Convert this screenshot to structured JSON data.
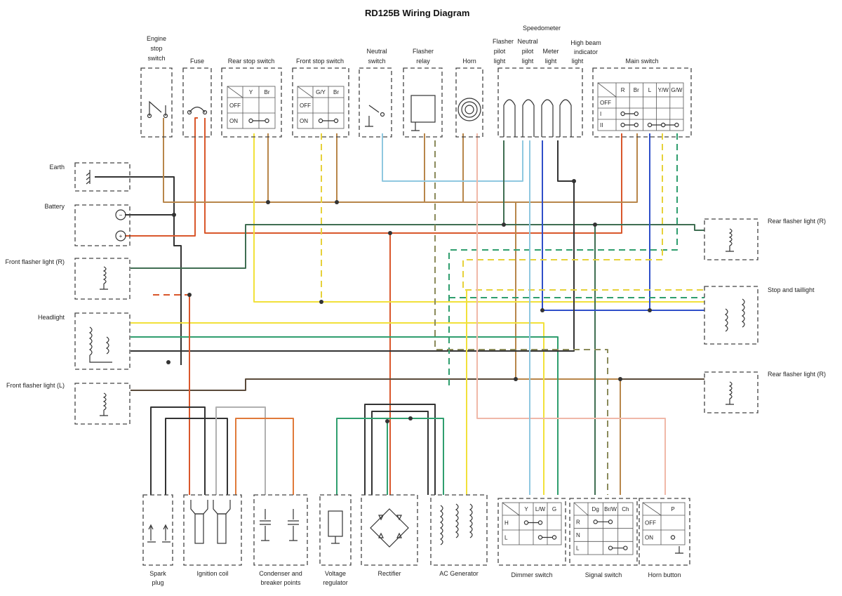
{
  "title": "RD125B Wiring Diagram",
  "labels": {
    "engine_stop": [
      "Engine",
      "stop",
      "switch"
    ],
    "fuse": "Fuse",
    "rear_stop": "Rear stop switch",
    "front_stop": "Front stop switch",
    "neutral": [
      "Neutral",
      "switch"
    ],
    "flasher_relay": [
      "Flasher",
      "relay"
    ],
    "horn": "Horn",
    "speedometer": "Speedometer",
    "flasher_pilot": [
      "Flasher",
      "pilot",
      "light"
    ],
    "neutral_pilot": [
      "Neutral",
      "pilot",
      "light"
    ],
    "meter_light": [
      "Meter",
      "light"
    ],
    "high_beam": [
      "High beam",
      "indicator",
      "light"
    ],
    "main_switch": "Main switch",
    "earth": "Earth",
    "battery": "Battery",
    "front_flasher_r": "Front flasher light (R)",
    "headlight": "Headlight",
    "front_flasher_l": "Front flasher light (L)",
    "rear_flasher_r_top": "Rear flasher light (R)",
    "stop_tail": "Stop and taillight",
    "rear_flasher_r_bottom": "Rear flasher light (R)",
    "spark_plug": [
      "Spark",
      "plug"
    ],
    "ignition_coil": "Ignition coil",
    "condenser": [
      "Condenser and",
      "breaker points"
    ],
    "voltage_reg": [
      "Voltage",
      "regulator"
    ],
    "rectifier": "Rectifier",
    "ac_gen": "AC Generator",
    "dimmer": "Dimmer switch",
    "signal": "Signal switch",
    "horn_button": "Horn button"
  },
  "tables": {
    "rear_stop": {
      "cols": [
        "Y",
        "Br"
      ],
      "rows": [
        "OFF",
        "ON"
      ]
    },
    "front_stop": {
      "cols": [
        "G/Y",
        "Br"
      ],
      "rows": [
        "OFF",
        "ON"
      ]
    },
    "main_switch": {
      "cols": [
        "R",
        "Br",
        "L",
        "Y/W",
        "G/W"
      ],
      "rows": [
        "OFF",
        "I",
        "II"
      ]
    },
    "dimmer": {
      "cols": [
        "Y",
        "L/W",
        "G"
      ],
      "rows": [
        "H",
        "L"
      ]
    },
    "signal": {
      "cols": [
        "Dg",
        "Br/W",
        "Ch"
      ],
      "rows": [
        "R",
        "N",
        "L"
      ]
    },
    "horn_button": {
      "cols": [
        "P"
      ],
      "rows": [
        "OFF",
        "ON"
      ]
    }
  },
  "battery_terminals": {
    "neg": "−",
    "pos": "+"
  },
  "colors": {
    "brown": "#b8864a",
    "orange": "#e07a3a",
    "red_orange": "#d9572b",
    "yellow": "#f2e13a",
    "green": "#2f9e6e",
    "dark_green": "#3f6e52",
    "blue": "#2f4fc9",
    "light_blue": "#8fc8e0",
    "black": "#333333",
    "pink": "#f0b8a8",
    "grey": "#b0b0b0",
    "olive": "#8a8a5a",
    "gy_dash": "#e6d13a"
  }
}
